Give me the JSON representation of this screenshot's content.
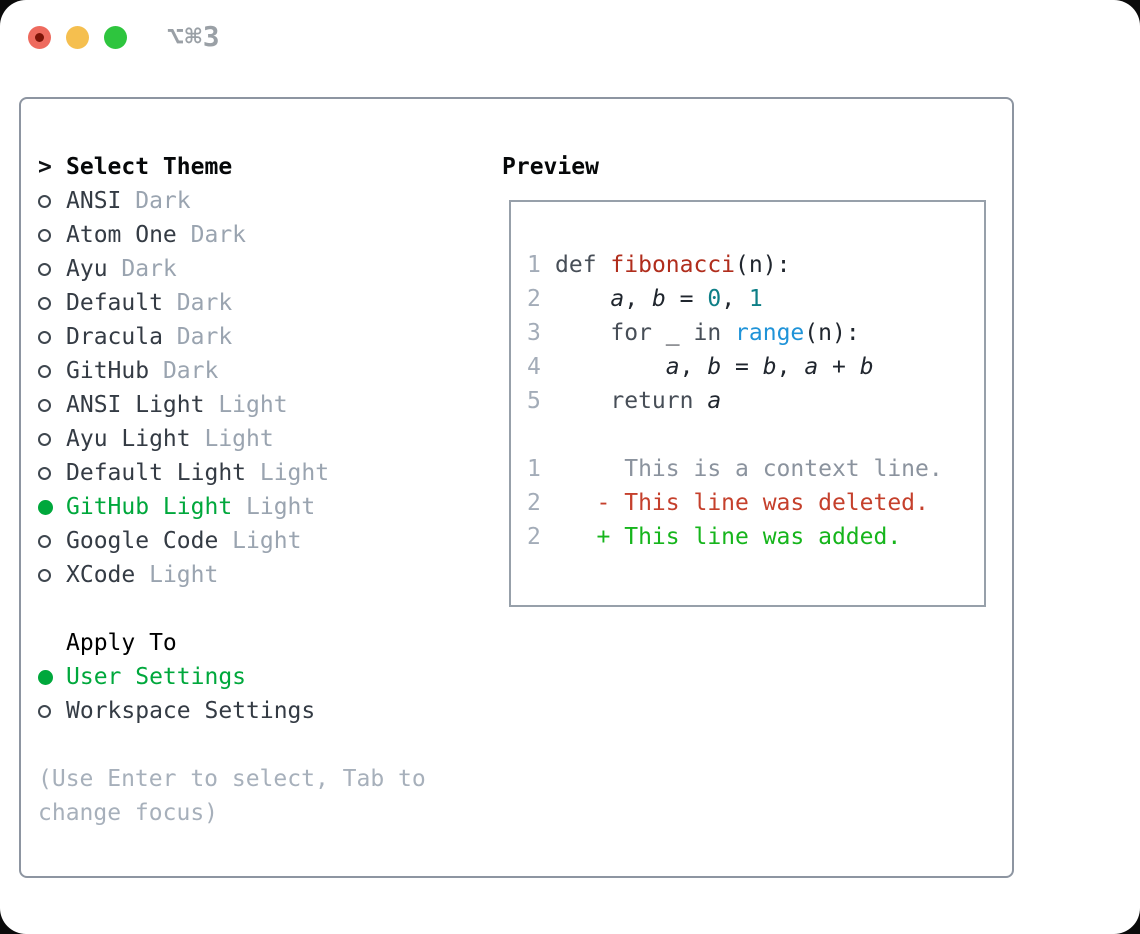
{
  "window": {
    "title": "⌥⌘3",
    "traffic_lights": [
      "close",
      "minimize",
      "zoom"
    ]
  },
  "theme_picker": {
    "prompt": ">",
    "title": "Select Theme",
    "items": [
      {
        "label": "ANSI",
        "variant": "Dark",
        "selected": false
      },
      {
        "label": "Atom One",
        "variant": "Dark",
        "selected": false
      },
      {
        "label": "Ayu",
        "variant": "Dark",
        "selected": false
      },
      {
        "label": "Default",
        "variant": "Dark",
        "selected": false
      },
      {
        "label": "Dracula",
        "variant": "Dark",
        "selected": false
      },
      {
        "label": "GitHub",
        "variant": "Dark",
        "selected": false
      },
      {
        "label": "ANSI Light",
        "variant": "Light",
        "selected": false
      },
      {
        "label": "Ayu Light",
        "variant": "Light",
        "selected": false
      },
      {
        "label": "Default Light",
        "variant": "Light",
        "selected": false
      },
      {
        "label": "GitHub Light",
        "variant": "Light",
        "selected": true
      },
      {
        "label": "Google Code",
        "variant": "Light",
        "selected": false
      },
      {
        "label": "XCode",
        "variant": "Light",
        "selected": false
      }
    ],
    "apply_to": {
      "title": "Apply To",
      "options": [
        {
          "label": "User Settings",
          "selected": true
        },
        {
          "label": "Workspace Settings",
          "selected": false
        }
      ]
    },
    "hint": "(Use Enter to select, Tab to change focus)"
  },
  "preview": {
    "title": "Preview",
    "lines": [
      {
        "num": "1",
        "tokens": [
          {
            "t": "def",
            "c": "kw"
          },
          {
            "t": " ",
            "c": "pln"
          },
          {
            "t": "fibonacci",
            "c": "fn"
          },
          {
            "t": "(n):",
            "c": "pln"
          }
        ]
      },
      {
        "num": "2",
        "tokens": [
          {
            "t": "    ",
            "c": "pln"
          },
          {
            "t": "a",
            "c": "var"
          },
          {
            "t": ", ",
            "c": "pln"
          },
          {
            "t": "b",
            "c": "var"
          },
          {
            "t": " = ",
            "c": "pln"
          },
          {
            "t": "0",
            "c": "num"
          },
          {
            "t": ", ",
            "c": "pln"
          },
          {
            "t": "1",
            "c": "num"
          }
        ]
      },
      {
        "num": "3",
        "tokens": [
          {
            "t": "    ",
            "c": "pln"
          },
          {
            "t": "for",
            "c": "kw"
          },
          {
            "t": " _ ",
            "c": "pln"
          },
          {
            "t": "in",
            "c": "kw"
          },
          {
            "t": " ",
            "c": "pln"
          },
          {
            "t": "range",
            "c": "bi"
          },
          {
            "t": "(n):",
            "c": "pln"
          }
        ]
      },
      {
        "num": "4",
        "tokens": [
          {
            "t": "        ",
            "c": "pln"
          },
          {
            "t": "a",
            "c": "var"
          },
          {
            "t": ", ",
            "c": "pln"
          },
          {
            "t": "b",
            "c": "var"
          },
          {
            "t": " = ",
            "c": "pln"
          },
          {
            "t": "b",
            "c": "var"
          },
          {
            "t": ", ",
            "c": "pln"
          },
          {
            "t": "a",
            "c": "var"
          },
          {
            "t": " + ",
            "c": "pln"
          },
          {
            "t": "b",
            "c": "var"
          }
        ]
      },
      {
        "num": "5",
        "tokens": [
          {
            "t": "    ",
            "c": "pln"
          },
          {
            "t": "return",
            "c": "kw"
          },
          {
            "t": " ",
            "c": "pln"
          },
          {
            "t": "a",
            "c": "var"
          }
        ]
      },
      {
        "num": "",
        "tokens": []
      },
      {
        "num": "1",
        "tokens": [
          {
            "t": "     This is a context line.",
            "c": "ctx"
          }
        ]
      },
      {
        "num": "2",
        "tokens": [
          {
            "t": "   - This line was deleted.",
            "c": "del"
          }
        ]
      },
      {
        "num": "2",
        "tokens": [
          {
            "t": "   + This line was added.",
            "c": "add"
          }
        ]
      }
    ]
  },
  "colors": {
    "sel-green": "#00a83c",
    "add-green": "#16b51c",
    "del-red": "#c5402c",
    "fn-red": "#b02d1c",
    "bi-blue": "#1f93d8",
    "num-teal": "#0e7f87",
    "kw-gray": "#474e57",
    "code-dark": "#20262e",
    "item-dark": "#343b44",
    "muted-gray": "#9aa4b0",
    "hint-gray": "#a7b0bb",
    "lnum-gray": "#a3acb8",
    "ctx-gray": "#8b939e",
    "ring-color": "#3f474f",
    "box-border": "#8d95a1",
    "pbox-border": "#97a0aa",
    "title-gray": "#9aa0a6",
    "tl-red": "#ee6a5e",
    "tl-red-dot": "#7d1408",
    "tl-yellow": "#f5bf4f",
    "tl-green": "#2ec53e"
  }
}
